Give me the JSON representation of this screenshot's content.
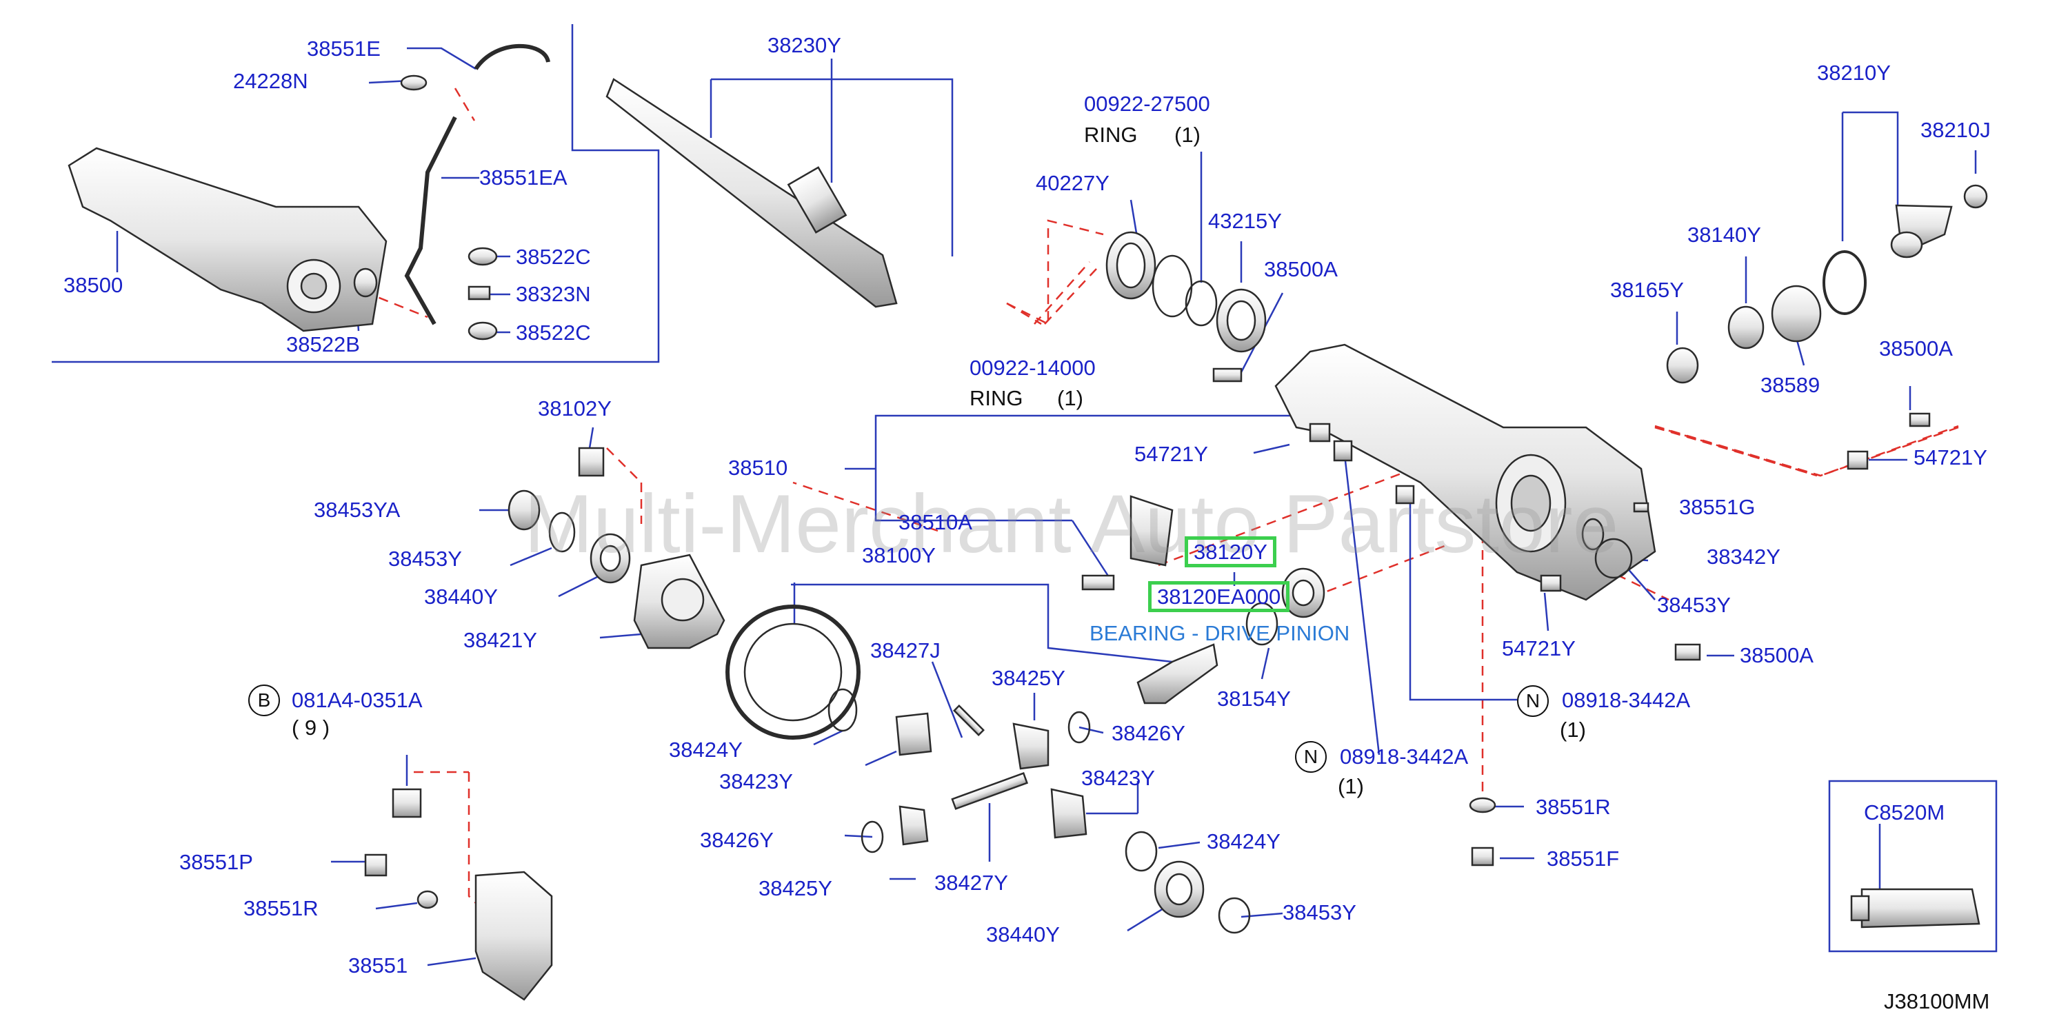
{
  "diagram_code": "J38100MM",
  "watermark": "Multi-Merchant Auto Partstore",
  "callouts": {
    "c38551E": "38551E",
    "c24228N": "24228N",
    "c38551EA": "38551EA",
    "c38500": "38500",
    "c38522C_a": "38522C",
    "c38323N": "38323N",
    "c38522C_b": "38522C",
    "c38522B": "38522B",
    "c38230Y": "38230Y",
    "c00922_27500": "00922-27500",
    "ring1": "RING",
    "ring1_qty": "(1)",
    "c40227Y": "40227Y",
    "c43215Y": "43215Y",
    "c38500A_a": "38500A",
    "c00922_14000": "00922-14000",
    "ring2": "RING",
    "ring2_qty": "(1)",
    "c38210Y": "38210Y",
    "c38210J": "38210J",
    "c38140Y": "38140Y",
    "c38165Y": "38165Y",
    "c38589": "38589",
    "c38500A_b": "38500A",
    "c54721Y_a": "54721Y",
    "c38102Y": "38102Y",
    "c38510": "38510",
    "c54721Y_b": "54721Y",
    "c38453YA": "38453YA",
    "c38510A": "38510A",
    "c38551G": "38551G",
    "c38453Y_a": "38453Y",
    "c38100Y": "38100Y",
    "c38120Y": "38120Y",
    "c38342Y": "38342Y",
    "c38440Y_a": "38440Y",
    "c38120EA000": "38120EA000",
    "bearing_desc": "BEARING - DRIVE PINION",
    "c38453Y_b": "38453Y",
    "c38421Y": "38421Y",
    "c54721Y_c": "54721Y",
    "c38500A_c": "38500A",
    "c38427J": "38427J",
    "c38154Y": "38154Y",
    "c38425Y_a": "38425Y",
    "n_a": "N",
    "c08918_3442A_a": "08918-3442A",
    "qty_n_a": "(1)",
    "b_mark": "B",
    "c081A4_0351A": "081A4-0351A",
    "qty_b": "( 9 )",
    "c38424Y_a": "38424Y",
    "c38426Y_a": "38426Y",
    "n_b": "N",
    "c08918_3442A_b": "08918-3442A",
    "qty_n_b": "(1)",
    "c38423Y_a": "38423Y",
    "c38423Y_b": "38423Y",
    "c38551R_a": "38551R",
    "c38426Y_b": "38426Y",
    "c38424Y_b": "38424Y",
    "c38551F": "38551F",
    "c38551P": "38551P",
    "c38425Y_b": "38425Y",
    "c38427Y": "38427Y",
    "c38551R_b": "38551R",
    "c38453Y_c": "38453Y",
    "c38440Y_b": "38440Y",
    "c38551": "38551",
    "c8520M": "C8520M"
  },
  "colors": {
    "label_blue": "#1a22c8",
    "leader_blue": "#2a3ab8",
    "dash_red": "#e0302a",
    "highlight_green": "#3ccf4e",
    "desc_blue": "#2b7bd6",
    "part_outline": "#2b2b2b"
  }
}
